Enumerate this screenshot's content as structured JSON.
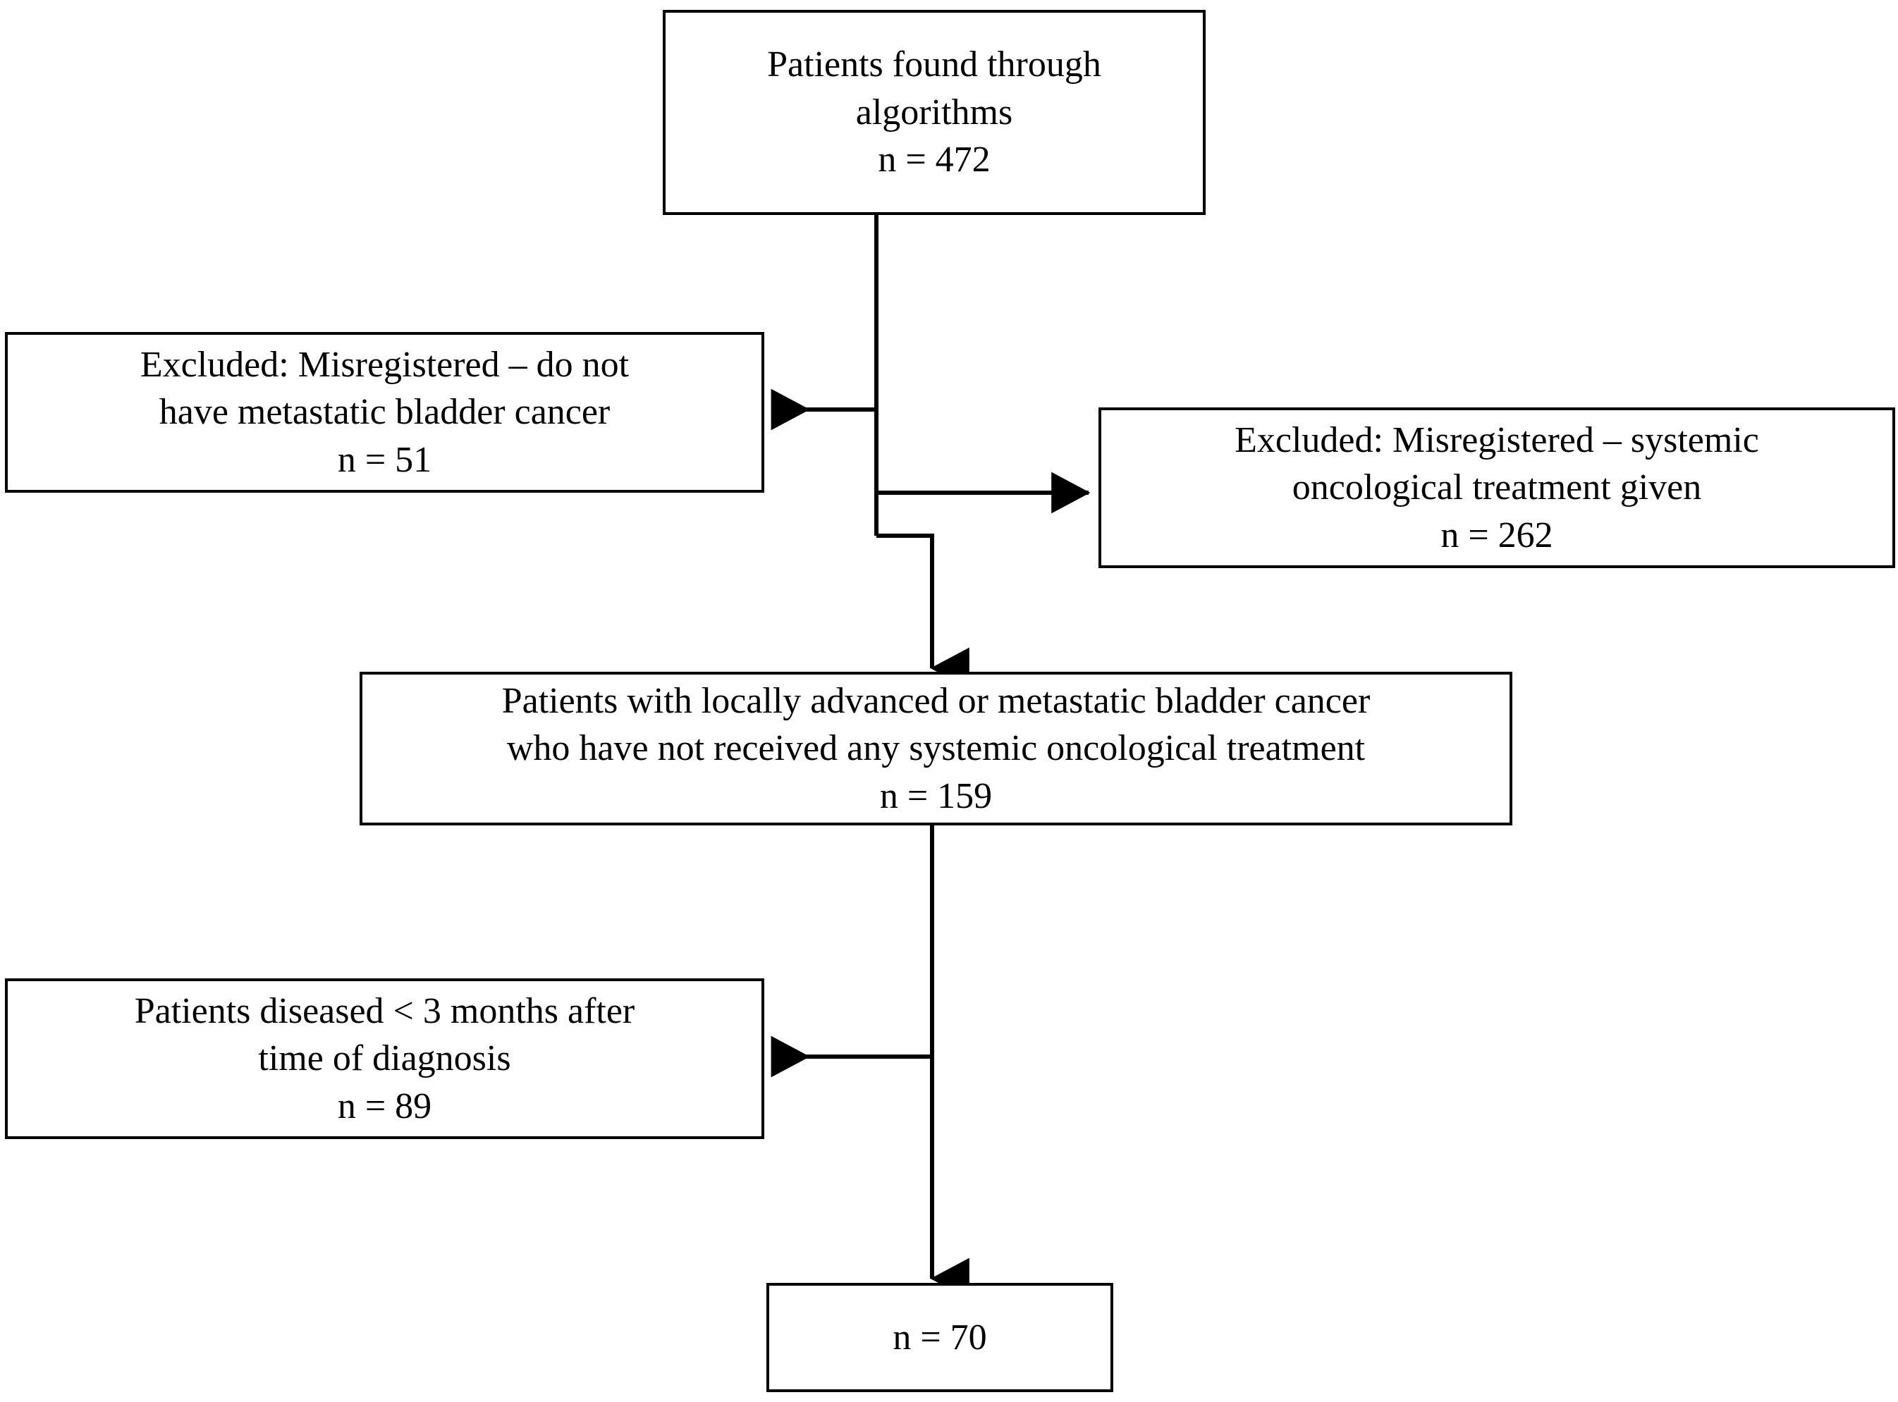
{
  "figure": {
    "type": "flowchart",
    "orientation": "top-to-bottom",
    "background_color": "#ffffff",
    "line_color": "#000000",
    "text_color": "#000000"
  },
  "nodes": {
    "source": {
      "label": "Patients found through algorithms",
      "count_label": "n = 472",
      "n": 472,
      "text": "Patients found through\nalgorithms\nn = 472"
    },
    "excluded_misregistered_no_metastatic": {
      "label": "Excluded: Misregistered – do not have metastatic bladder cancer",
      "count_label": "n = 51",
      "n": 51,
      "text": "Excluded: Misregistered – do not\nhave metastatic bladder cancer\nn = 51"
    },
    "excluded_misregistered_treatment_given": {
      "label": "Excluded: Misregistered – systemic oncological treatment given",
      "count_label": "n = 262",
      "n": 262,
      "text": "Excluded: Misregistered – systemic\noncological treatment given\nn = 262"
    },
    "eligible_untreated": {
      "label": "Patients with locally advanced or metastatic bladder cancer who have not received any systemic oncological treatment",
      "count_label": "n = 159",
      "n": 159,
      "text": "Patients with locally advanced or metastatic bladder cancer\nwho have not received any systemic oncological treatment\nn = 159"
    },
    "excluded_early_death": {
      "label": "Patients diseased < 3 months after time of diagnosis",
      "count_label": "n = 89",
      "n": 89,
      "text": "Patients diseased < 3 months after\ntime of diagnosis\nn = 89"
    },
    "final_cohort": {
      "label": "",
      "count_label": "n = 70",
      "n": 70,
      "text": "n = 70"
    }
  },
  "edges": [
    {
      "id": "source-to-eligible",
      "from": "source",
      "to": "eligible_untreated",
      "direction": "down"
    },
    {
      "id": "trunk-to-excluded-left",
      "from": "source",
      "to": "excluded_misregistered_no_metastatic",
      "direction": "left"
    },
    {
      "id": "trunk-to-excluded-right",
      "from": "source",
      "to": "excluded_misregistered_treatment_given",
      "direction": "right"
    },
    {
      "id": "eligible-to-final",
      "from": "eligible_untreated",
      "to": "final_cohort",
      "direction": "down"
    },
    {
      "id": "trunk-to-excluded-death",
      "from": "eligible_untreated",
      "to": "excluded_early_death",
      "direction": "left"
    }
  ]
}
